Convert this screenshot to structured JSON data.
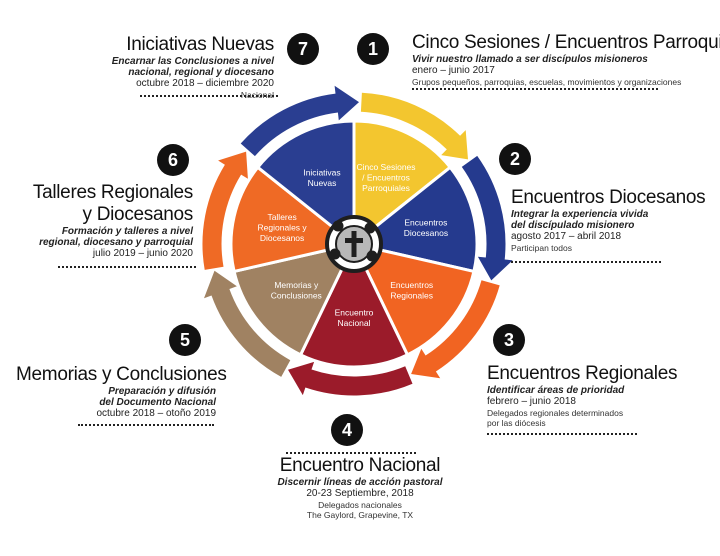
{
  "segments": [
    {
      "label": "Cinco Sesiones / Encuentros Parroquiales",
      "lines": [
        "Cinco Sesiones",
        "/ Encuentros",
        "Parroquiales"
      ],
      "color": "#F3C62F",
      "text_color": "#ffffff"
    },
    {
      "label": "Encuentros Diocesanos",
      "lines": [
        "Encuentros",
        "Diocesanos"
      ],
      "color": "#253A8E",
      "text_color": "#ffffff"
    },
    {
      "label": "Encuentros Regionales",
      "lines": [
        "Encuentros",
        "Regionales"
      ],
      "color": "#F16422",
      "text_color": "#ffffff"
    },
    {
      "label": "Encuentro Nacional",
      "lines": [
        "Encuentro",
        "Nacional"
      ],
      "color": "#9B1B2A",
      "text_color": "#ffffff"
    },
    {
      "label": "Memorias y Conclusiones",
      "lines": [
        "Memorias y",
        "Conclusiones"
      ],
      "color": "#A08262",
      "text_color": "#ffffff"
    },
    {
      "label": "Talleres Regionales y Diocesanos",
      "lines": [
        "Talleres",
        "Regionales y",
        "Diocesanos"
      ],
      "color": "#EF6A25",
      "text_color": "#ffffff"
    },
    {
      "label": "Iniciativas Nuevas",
      "lines": [
        "Iniciativas",
        "Nuevas"
      ],
      "color": "#2A3E91",
      "text_color": "#ffffff"
    }
  ],
  "arrow_colors": [
    "#F3C62F",
    "#253A8E",
    "#F16422",
    "#9B1B2A",
    "#A08262",
    "#EF6A25",
    "#2A3E91"
  ],
  "stages": {
    "s1": {
      "number": "1",
      "title": "Cinco Sesiones / Encuentros Parroquiales",
      "subtitle": "Vivir nuestro llamado a ser discípulos misioneros",
      "dates": "enero – junio 2017",
      "note": "Grupos pequeños, parroquias, escuelas, movimientos y organizaciones"
    },
    "s2": {
      "number": "2",
      "title": "Encuentros Diocesanos",
      "subtitle_1": "Integrar la experiencia vivida",
      "subtitle_2": "del discípulado misionero",
      "dates": "agosto 2017 – abril 2018",
      "note": "Participan todos"
    },
    "s3": {
      "number": "3",
      "title": "Encuentros Regionales",
      "subtitle": "Identificar áreas de prioridad",
      "dates": "febrero – junio 2018",
      "note_1": "Delegados regionales determinados",
      "note_2": "por las diócesis"
    },
    "s4": {
      "number": "4",
      "title": "Encuentro Nacional",
      "subtitle": "Discernir líneas de acción pastoral",
      "dates": "20-23 Septiembre, 2018",
      "note_1": "Delegados nacionales",
      "note_2": "The Gaylord, Grapevine, TX"
    },
    "s5": {
      "number": "5",
      "title": "Memorias y Conclusiones",
      "subtitle_1": "Preparación y difusión",
      "subtitle_2": "del Documento Nacional",
      "dates": "octubre 2018 – otoño 2019"
    },
    "s6": {
      "number": "6",
      "title_1": "Talleres Regionales",
      "title_2": "y Diocesanos",
      "subtitle_1": "Formación y talleres a nivel",
      "subtitle_2": "regional, diocesano y parroquial",
      "dates": "julio 2019 – junio 2020"
    },
    "s7": {
      "number": "7",
      "title": "Iniciativas Nuevas",
      "subtitle_1": "Encarnar las Conclusiones a nivel",
      "subtitle_2": "nacional, regional y diocesano",
      "dates": "octubre 2018 – diciembre 2020",
      "note": "Nacional"
    }
  },
  "center": {
    "logo_icon": "encuentro-logo-icon",
    "colors": [
      "#1e1e1e",
      "#ffffff",
      "#B8B8B8"
    ]
  }
}
